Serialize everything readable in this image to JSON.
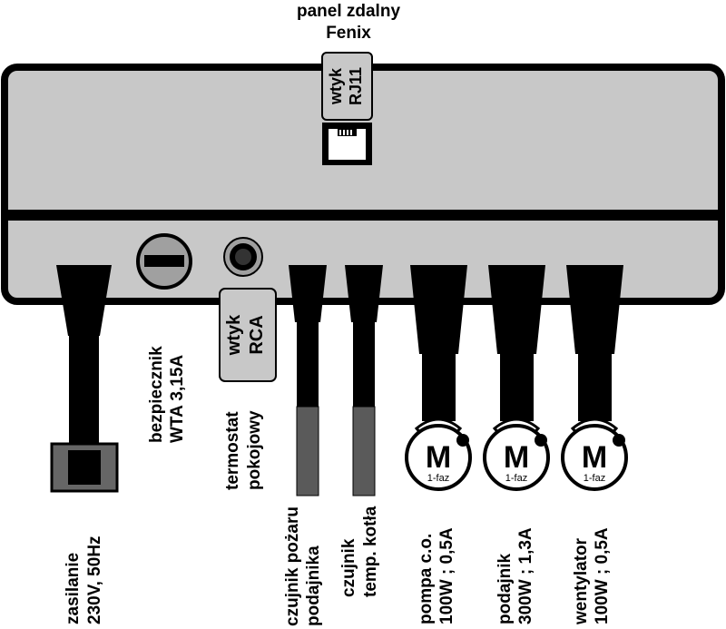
{
  "top_label": {
    "line1": "panel zdalny",
    "line2": "Fenix"
  },
  "rj11_tag": {
    "line1": "wtyk",
    "line2": "RJ11"
  },
  "rca_tag": {
    "line1": "wtyk",
    "line2": "RCA"
  },
  "labels": {
    "zasilanie": {
      "line1": "zasilanie",
      "line2": "230V, 50Hz"
    },
    "bezpiecznik": {
      "line1": "bezpiecznik",
      "line2": "WTA 3,15A"
    },
    "termostat": {
      "line1": "termostat",
      "line2": "pokojowy"
    },
    "czujnik_pozaru": {
      "line1": "czujnik pożaru",
      "line2": "podajnika"
    },
    "czujnik_temp": {
      "line1": "czujnik",
      "line2": "temp. kotła"
    },
    "pompa": {
      "line1": "pompa c.o.",
      "line2": "100W ; 0,5A"
    },
    "podajnik": {
      "line1": "podajnik",
      "line2": "300W ; 1,3A"
    },
    "wentylator": {
      "line1": "wentylator",
      "line2": "100W ; 0,5A"
    }
  },
  "motor": {
    "letter": "M",
    "phase": "1-faz"
  },
  "colors": {
    "body": "#c8c8c8",
    "outline": "#000000",
    "tag": "#c8c8c8",
    "sensor": "#5a5a5a",
    "plug": "#666666"
  }
}
